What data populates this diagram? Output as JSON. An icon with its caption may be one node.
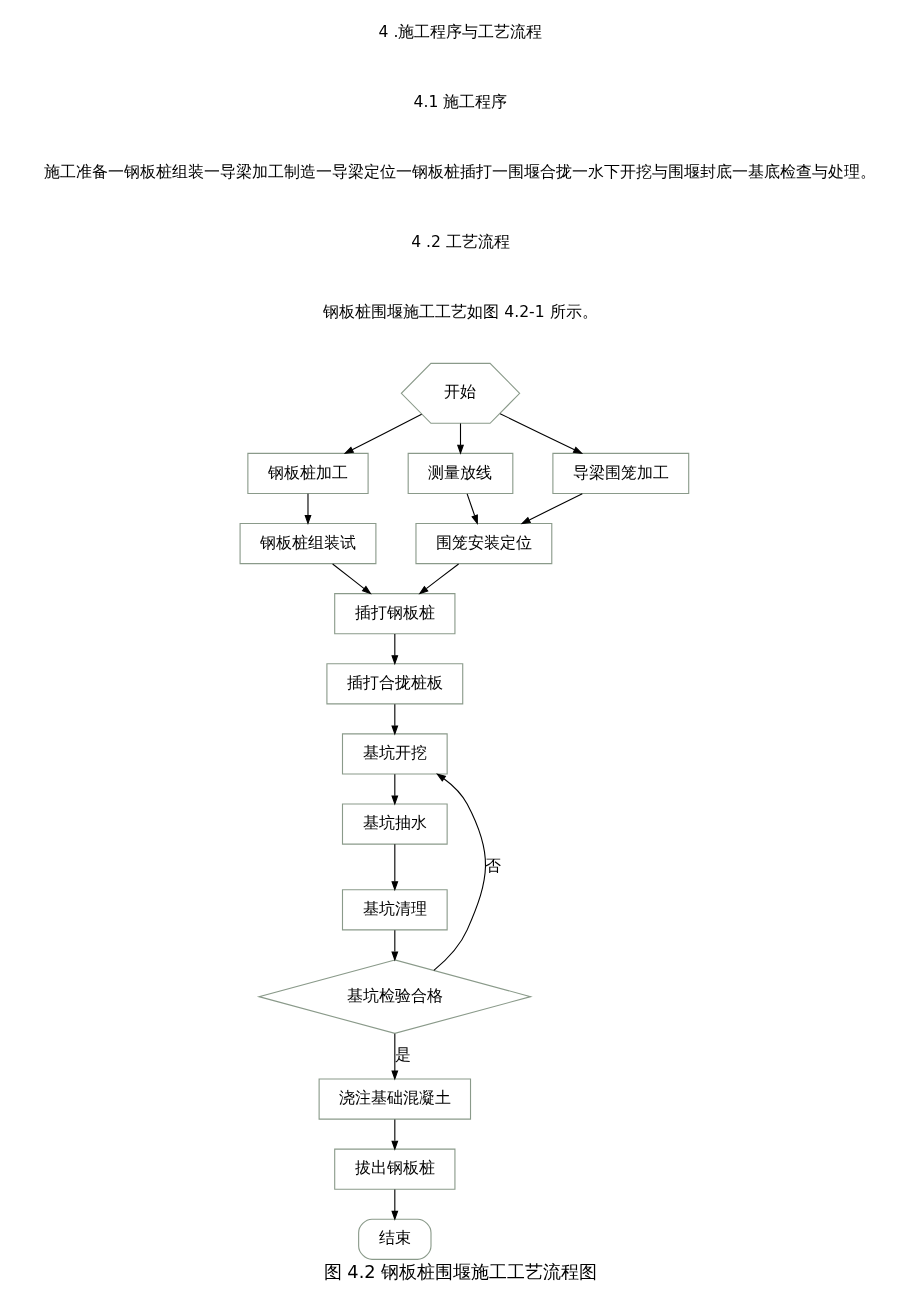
{
  "diagram": {
    "caption": "图 4.2 钢板桩围堰施工工艺流程图",
    "nodes": [
      {
        "text": [
          "开始"
        ]
      },
      {
        "text": [
          "钢板桩加工"
        ]
      },
      {
        "text": [
          "测量放线"
        ]
      },
      {
        "text": [
          "导梁围笼加工"
        ]
      },
      {
        "text": [
          "钢板桩组装试"
        ]
      },
      {
        "text": [
          "围笼安装定位"
        ]
      },
      {
        "text": [
          "插打钢板桩"
        ]
      },
      {
        "text": [
          "插打合拢桩板"
        ]
      },
      {
        "text": [
          "基坑开挖"
        ]
      },
      {
        "text": [
          "基坑抽水"
        ]
      },
      {
        "text": [
          "基坑清理"
        ]
      },
      {
        "text": [
          "基坑检验合格"
        ]
      },
      {
        "text": [
          "浇注基础混凝土"
        ]
      },
      {
        "text": [
          "拔出钢板桩"
        ]
      },
      {
        "text": [
          "结束"
        ]
      }
    ],
    "edges": [
      {
        "from": 0,
        "to": 1,
        "arrow": "to"
      },
      {
        "from": 0,
        "to": 2,
        "arrow": "to"
      },
      {
        "from": 0,
        "to": 3,
        "arrow": "to"
      },
      {
        "from": 1,
        "to": 4,
        "arrow": "to"
      },
      {
        "from": 2,
        "to": 5,
        "arrow": "to"
      },
      {
        "from": 3,
        "to": 5,
        "arrow": "to"
      },
      {
        "from": 4,
        "to": 6,
        "arrow": "to"
      },
      {
        "from": 5,
        "to": 6,
        "arrow": "to"
      },
      {
        "from": 6,
        "to": 7,
        "arrow": "to"
      },
      {
        "from": 7,
        "to": 8,
        "arrow": "to"
      },
      {
        "from": 8,
        "to": 9,
        "arrow": "to"
      },
      {
        "from": 9,
        "to": 10,
        "arrow": "to"
      },
      {
        "from": 10,
        "to": 11,
        "arrow": "to"
      },
      {
        "from": 11,
        "to": 8,
        "arrow": "to",
        "label": "否"
      },
      {
        "from": 11,
        "to": 12,
        "arrow": "to",
        "label": "是"
      },
      {
        "from": 12,
        "to": 13,
        "arrow": "to"
      },
      {
        "from": 13,
        "to": 14,
        "arrow": "to"
      }
    ],
    "labels": [
      "4 .施工程序与工艺流程",
      "4.1 施工程序",
      "施工准备一钢板桩组装一导梁加工制造一导梁定位一钢板桩插打一围堰合拢一水下开挖与围堰封底一基底检查与处理。",
      "4 .2 工艺流程",
      "钢板桩围堰施工工艺如图 4.2-1 所示。"
    ]
  }
}
